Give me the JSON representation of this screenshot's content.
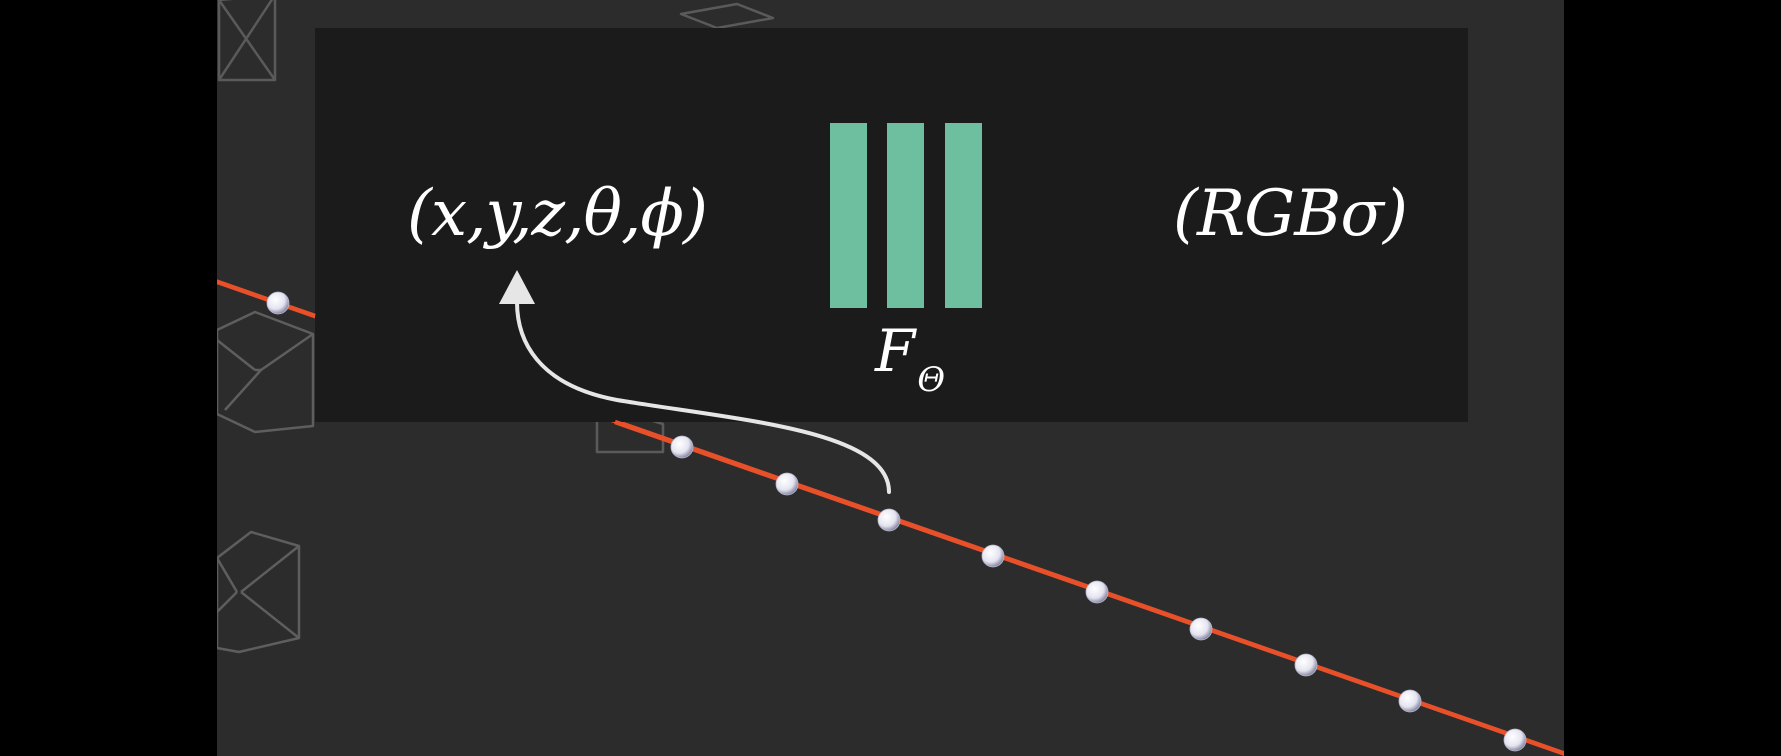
{
  "diagram": {
    "input": "(x,y,z,θ,ϕ)",
    "output": "(RGBσ)",
    "function": {
      "symbol": "F",
      "subscript": "Θ"
    },
    "network_layers": 3
  },
  "colors": {
    "outer_background": "#000000",
    "scene_background": "#2c2c2c",
    "panel_background": "#1b1b1b",
    "layer_bar": "#6dbf9f",
    "ray": "#e8502a",
    "sample_point": "#e4e4f0",
    "camera_wireframe": "#5c5c5c",
    "arrow": "#e6e6e6",
    "text": "#ffffff"
  },
  "icons": {
    "camera": "camera-frustum-icon",
    "sample": "sample-point-icon",
    "arrow": "query-arrow-icon"
  }
}
